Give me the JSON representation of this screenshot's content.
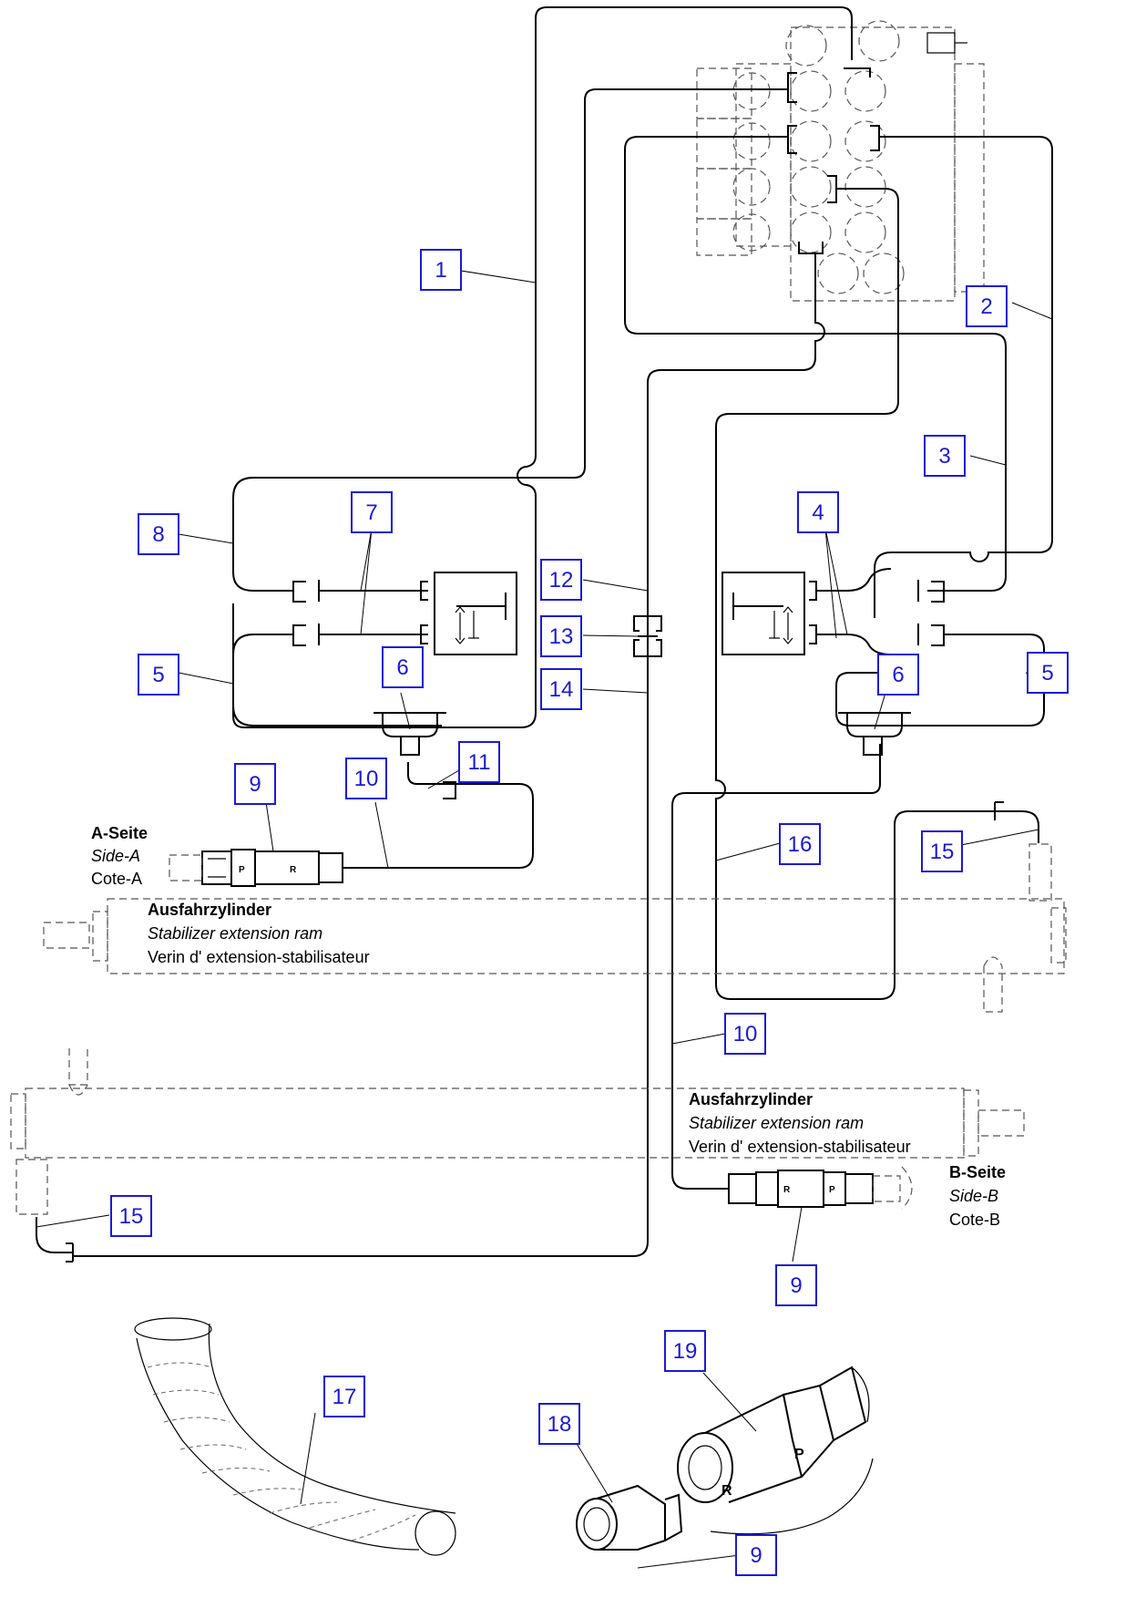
{
  "callouts": [
    {
      "id": "c1",
      "text": "1"
    },
    {
      "id": "c2",
      "text": "2"
    },
    {
      "id": "c3",
      "text": "3"
    },
    {
      "id": "c4",
      "text": "4"
    },
    {
      "id": "c5l",
      "text": "5"
    },
    {
      "id": "c5r",
      "text": "5"
    },
    {
      "id": "c6l",
      "text": "6"
    },
    {
      "id": "c6r",
      "text": "6"
    },
    {
      "id": "c7",
      "text": "7"
    },
    {
      "id": "c8",
      "text": "8"
    },
    {
      "id": "c9l",
      "text": "9"
    },
    {
      "id": "c9r",
      "text": "9"
    },
    {
      "id": "c9b",
      "text": "9"
    },
    {
      "id": "c10l",
      "text": "10"
    },
    {
      "id": "c10r",
      "text": "10"
    },
    {
      "id": "c11",
      "text": "11"
    },
    {
      "id": "c12",
      "text": "12"
    },
    {
      "id": "c13",
      "text": "13"
    },
    {
      "id": "c14",
      "text": "14"
    },
    {
      "id": "c15l",
      "text": "15"
    },
    {
      "id": "c15r",
      "text": "15"
    },
    {
      "id": "c16",
      "text": "16"
    },
    {
      "id": "c17",
      "text": "17"
    },
    {
      "id": "c18",
      "text": "18"
    },
    {
      "id": "c19",
      "text": "19"
    }
  ],
  "labels": {
    "side_a": {
      "de": "A-Seite",
      "en": "Side-A",
      "fr": "Cote-A"
    },
    "side_b": {
      "de": "B-Seite",
      "en": "Side-B",
      "fr": "Cote-B"
    },
    "ram_upper": {
      "de": "Ausfahrzylinder",
      "en": "Stabilizer extension ram",
      "fr": "Verin d' extension-stabilisateur"
    },
    "ram_lower": {
      "de": "Ausfahrzylinder",
      "en": "Stabilizer extension ram",
      "fr": "Verin d' extension-stabilisateur"
    }
  },
  "fitting_letters": {
    "p": "P",
    "r": "R"
  },
  "colors": {
    "callout": "#1a1ad6",
    "line": "#000000"
  }
}
